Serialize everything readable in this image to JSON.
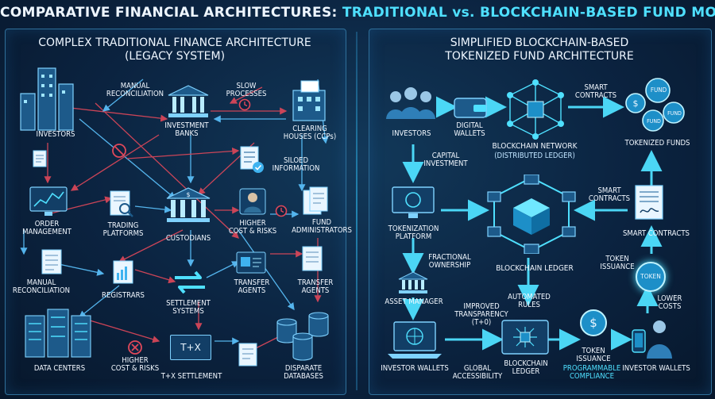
{
  "title": {
    "part1": "COMPARATIVE FINANCIAL ARCHITECTURES: ",
    "part2": "TRADITIONAL vs. BLOCKCHAIN-BASED FUND MODEL"
  },
  "left": {
    "title_line1": "COMPLEX TRADITIONAL FINANCE ARCHITECTURE",
    "title_line2": "(LEGACY SYSTEM)",
    "labels": {
      "investors": "INVESTORS",
      "manual_recon_top_1": "MANUAL",
      "manual_recon_top_2": "RECONCILIATION",
      "investment_banks_1": "INVESTMENT",
      "investment_banks_2": "BANKS",
      "slow_processes_1": "SLOW",
      "slow_processes_2": "PROCESSES",
      "clearing_1": "CLEARING",
      "clearing_2": "HOUSES (CCPs)",
      "siloed_1": "SILOED",
      "siloed_2": "INFORMATION",
      "order_mgmt_1": "ORDER",
      "order_mgmt_2": "MANAGEMENT",
      "trading_1": "TRADING",
      "trading_2": "PLATFORMS",
      "custodians": "CUSTODIANS",
      "higher_cost_mid_1": "HIGHER",
      "higher_cost_mid_2": "COST & RISKS",
      "fund_admin_1": "FUND",
      "fund_admin_2": "ADMINISTRATORS",
      "manual_recon_bot_1": "MANUAL",
      "manual_recon_bot_2": "RECONCILIATION",
      "registrars": "REGISTRARS",
      "transfer_agents_mid_1": "TRANSFER",
      "transfer_agents_mid_2": "AGENTS",
      "transfer_agents_right_1": "TRANSFER",
      "transfer_agents_right_2": "AGENTS",
      "settlement_1": "SETTLEMENT",
      "settlement_2": "SYSTEMS",
      "higher_cost_bot_1": "HIGHER",
      "higher_cost_bot_2": "COST & RISKS",
      "tx_screen": "T+X",
      "data_centers": "DATA CENTERS",
      "tx_settlement": "T+X SETTLEMENT",
      "disparate_1": "DISPARATE",
      "disparate_2": "DATABASES"
    }
  },
  "right": {
    "title_line1": "SIMPLIFIED BLOCKCHAIN-BASED",
    "title_line2": "TOKENIZED FUND ARCHITECTURE",
    "labels": {
      "investors": "INVESTORS",
      "digital_wallets_1": "DIGITAL",
      "digital_wallets_2": "WALLETS",
      "smart_contracts_top_1": "SMART",
      "smart_contracts_top_2": "CONTRACTS",
      "fund_coin": "FUND",
      "blockchain_network": "BLOCKCHAIN NETWORK",
      "distributed_ledger": "(DISTRIBUTED LEDGER)",
      "tokenized_funds": "TOKENIZED FUNDS",
      "capital_1": "CAPITAL",
      "capital_2": "INVESTMENT",
      "smart_contracts_mid_1": "SMART",
      "smart_contracts_mid_2": "CONTRACTS",
      "tokenization_1": "TOKENIZATION",
      "tokenization_2": "PLATFORM",
      "smart_contracts_right": "SMART CONTRACTS",
      "fractional_1": "FRACTIONAL",
      "fractional_2": "OWNERSHIP",
      "blockchain_ledger_mid": "BLOCKCHAIN LEDGER",
      "token_issuance_1": "TOKEN",
      "token_issuance_2": "ISSUANCE",
      "token_coin": "TOKEN",
      "asset_manager": "ASSET MANAGER",
      "automated_1": "AUTOMATED",
      "automated_2": "RULES",
      "improved_1": "IMPROVED",
      "improved_2": "TRANSPARENCY",
      "improved_3": "(T+0)",
      "lower_costs_1": "LOWER",
      "lower_costs_2": "COSTS",
      "investor_wallets_left": "INVESTOR WALLETS",
      "global_1": "GLOBAL",
      "global_2": "ACCESSIBILITY",
      "blockchain_ledger_bot_1": "BLOCKCHAIN",
      "blockchain_ledger_bot_2": "LEDGER",
      "token_issuance_bot_1": "TOKEN",
      "token_issuance_bot_2": "ISSUANCE",
      "programmable_1": "PROGRAMMABLE",
      "programmable_2": "COMPLIANCE",
      "investor_wallets_right": "INVESTOR WALLETS"
    }
  },
  "colors": {
    "bg": "#0b2340",
    "cyan": "#4fe0ff",
    "red_arrow": "#e0485a",
    "blue_arrow": "#3fb3f0",
    "panel_border": "#2f6f9a"
  }
}
